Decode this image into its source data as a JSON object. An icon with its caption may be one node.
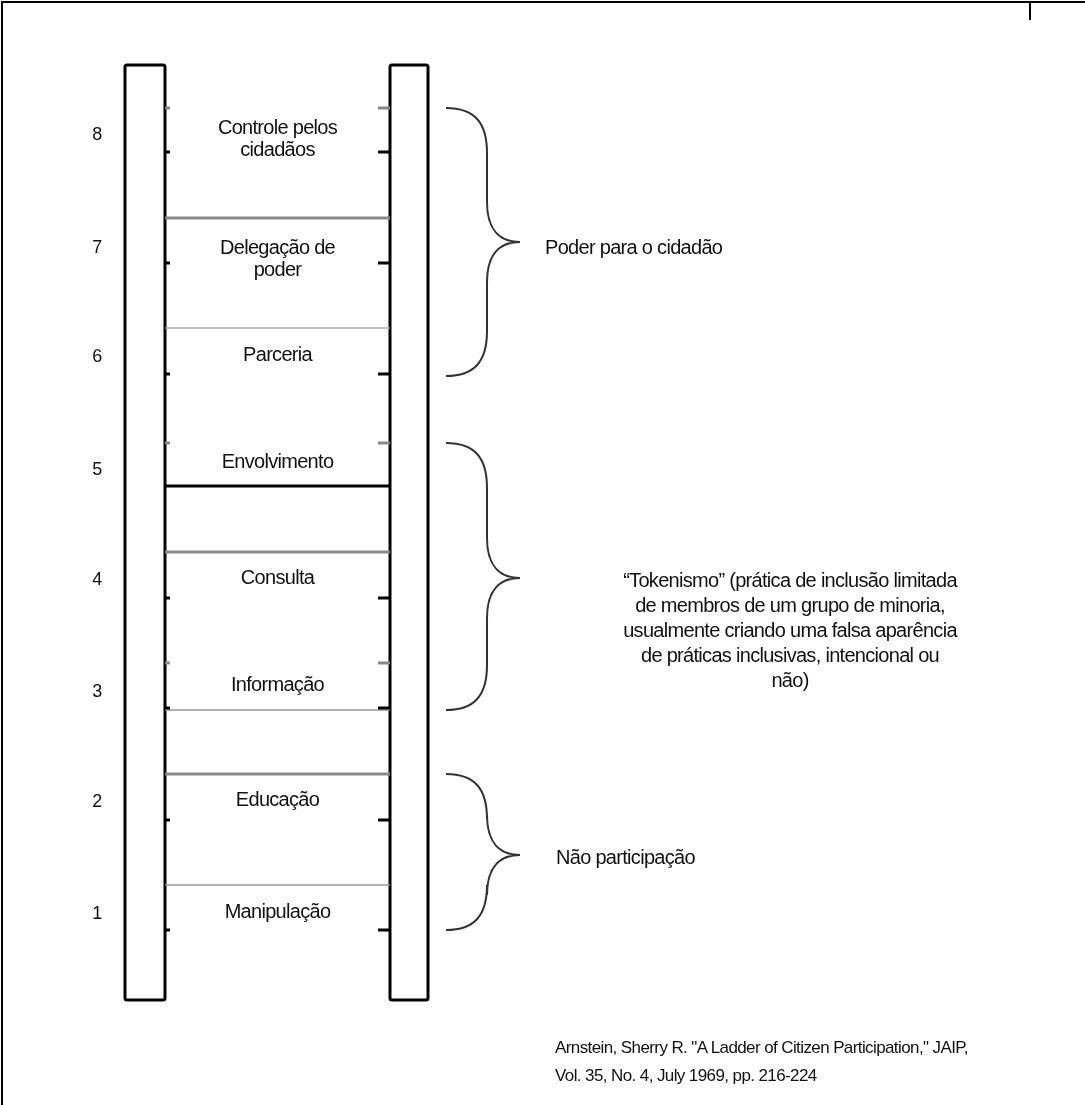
{
  "diagram": {
    "caption": "Arnstein, Sherry R. \"A Ladder of Citizen Participation,\" JAIP, Vol. 35, No. 4, July 1969, pp. 216-224",
    "labels": [
      "8",
      "Controle pelos cidadãos",
      "7",
      "Delegação de poder",
      "Poder para o cidadão",
      "6",
      "Parceria",
      "5",
      "Envolvimento",
      "4",
      "Consulta",
      "“Tokenismo” (prática de inclusão limitada de membros de um grupo de minoria, usualmente criando uma falsa aparência de práticas inclusivas, intencional ou não)",
      "3",
      "Informação",
      "2",
      "Educação",
      "Não participação",
      "1",
      "Manipulação"
    ]
  }
}
